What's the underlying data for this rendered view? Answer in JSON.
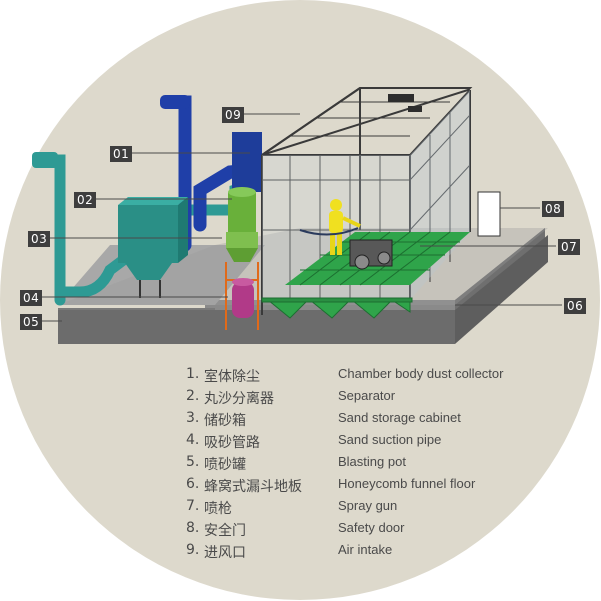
{
  "callouts": [
    "09",
    "01",
    "02",
    "03",
    "04",
    "05",
    "08",
    "07",
    "06"
  ],
  "legend": [
    {
      "num": "1.",
      "cn": "室体除尘",
      "en": "Chamber body dust collector"
    },
    {
      "num": "2.",
      "cn": "丸沙分离器",
      "en": "Separator"
    },
    {
      "num": "3.",
      "cn": "储砂箱",
      "en": "Sand storage cabinet"
    },
    {
      "num": "4.",
      "cn": "吸砂管路",
      "en": "Sand suction pipe"
    },
    {
      "num": "5.",
      "cn": "喷砂罐",
      "en": "Blasting pot"
    },
    {
      "num": "6.",
      "cn": "蜂窝式漏斗地板",
      "en": "Honeycomb funnel floor"
    },
    {
      "num": "7.",
      "cn": "喷枪",
      "en": "Spray gun"
    },
    {
      "num": "8.",
      "cn": "安全门",
      "en": "Safety door"
    },
    {
      "num": "9.",
      "cn": "进风口",
      "en": "Air intake"
    }
  ],
  "colors": {
    "background_disc": "#ddd9cc",
    "pipe": "#2e9a94",
    "pipe_blue": "#1f3fa8",
    "grating": "#2fa44a",
    "base": "#7d7d7d",
    "separator": "#69b03a",
    "pot": "#b13a88",
    "worker": "#f0e020"
  }
}
